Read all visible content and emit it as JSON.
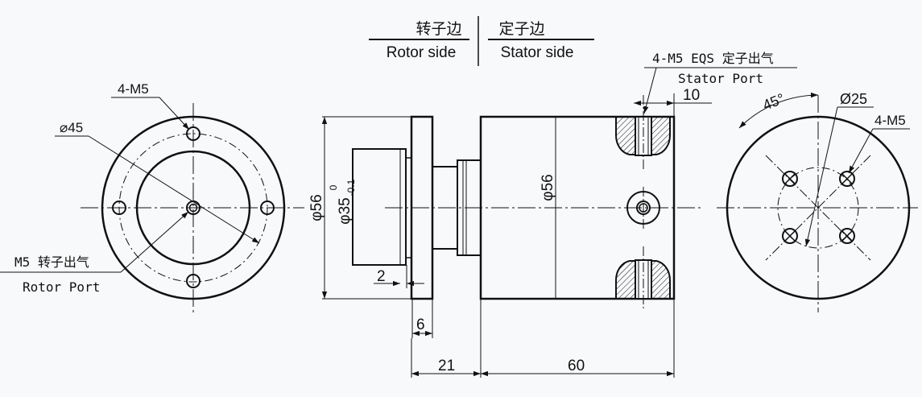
{
  "header": {
    "rotor_cn": "转子边",
    "stator_cn": "定子边",
    "rotor_en": "Rotor side",
    "stator_en": "Stator side"
  },
  "left_view": {
    "hole_callout": "4-M5",
    "pcd_callout": "⌀45",
    "port_cn": "M5 转子出气",
    "port_en": "Rotor Port"
  },
  "side_view": {
    "stator_port_cn": "4-M5 EQS 定子出气",
    "stator_port_en": "Stator Port",
    "dim_10": "10",
    "dim_phi56_flange": "φ56",
    "dim_phi35": "φ35",
    "dim_phi35_tol_upper": "0",
    "dim_phi35_tol_lower": "-0.1",
    "dim_phi56_body": "φ56",
    "dim_2": "2",
    "dim_6": "6",
    "dim_21": "21",
    "dim_60": "60"
  },
  "right_view": {
    "angle": "45°",
    "pcd": "Ø25",
    "holes": "4-M5"
  }
}
